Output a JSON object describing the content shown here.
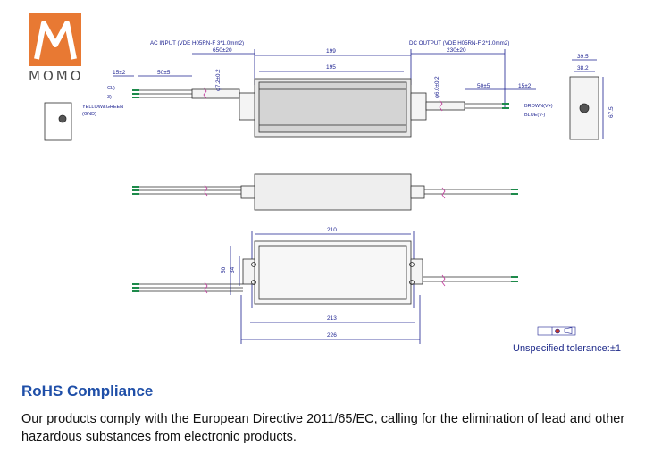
{
  "brand": {
    "logo_text": "MOMO",
    "logo_color": "#e87933"
  },
  "drawing": {
    "top_view": {
      "ac_input_label": "AC INPUT (VDE H05RN-F 3*1.0mm2)",
      "dc_output_label": "DC OUTPUT (VDE H05RN-F 2*1.0mm2)",
      "dim_650": "650±20",
      "dim_199": "199",
      "dim_195": "195",
      "dim_230": "230±20",
      "dim_15_left": "15±2",
      "dim_50_left": "50±5",
      "dim_50_right": "50±5",
      "dim_15_right": "15±2",
      "dim_d72": "φ7.2±0.2",
      "dim_d60": "φ6.0±0.2",
      "wire_cl": "CL)",
      "wire_n": "3)",
      "wire_gnd": "YELLOW&GREEN",
      "wire_gnd2": "(GND)",
      "wire_brown": "BROWN(V+)",
      "wire_blue": "BLUE(V-)"
    },
    "end_view": {
      "dim_395": "39.5",
      "dim_382": "38.2",
      "dim_675": "67.5"
    },
    "bottom_view": {
      "dim_210": "210",
      "dim_50": "50",
      "dim_34": "34",
      "dim_213": "213",
      "dim_226": "226"
    },
    "tolerance_note": "Unspecified tolerance:±1"
  },
  "rohs": {
    "title": "RoHS Compliance",
    "body": "Our products comply with the European Directive 2011/65/EC, calling for the elimination of lead and other hazardous substances from electronic products."
  }
}
